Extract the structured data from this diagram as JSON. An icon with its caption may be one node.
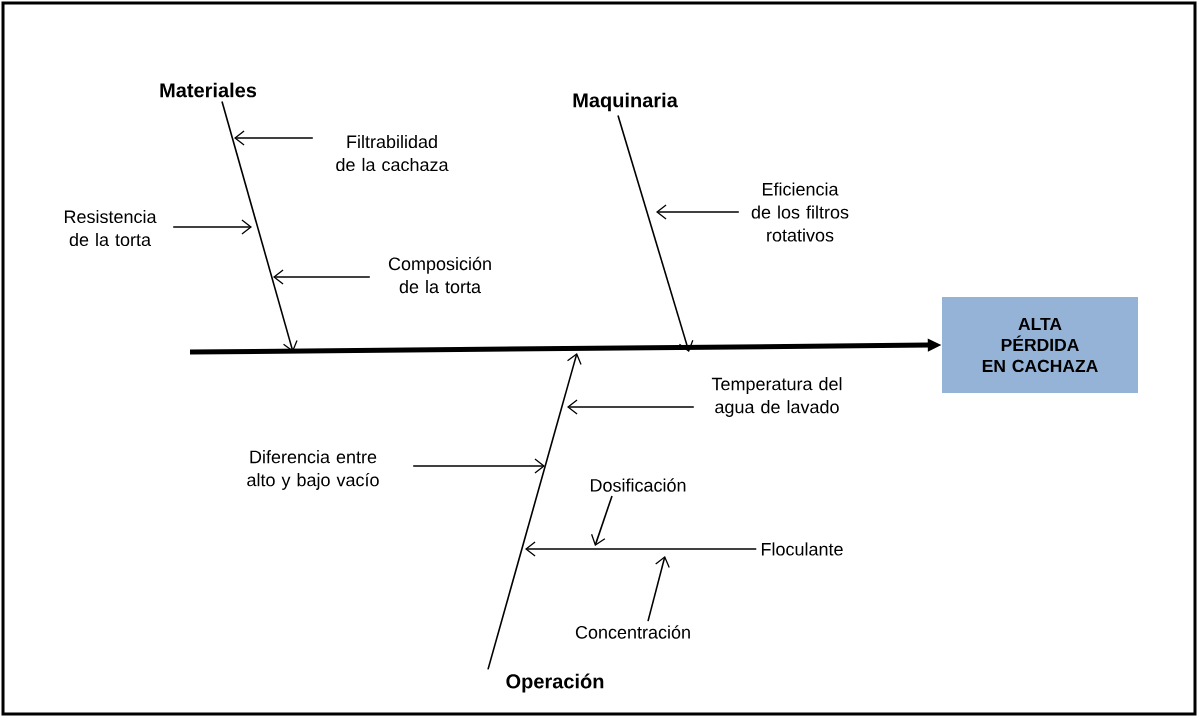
{
  "diagram": {
    "nodes": [
      {
        "text": [
          "Materiales"
        ]
      },
      {
        "text": [
          "Maquinaria"
        ]
      },
      {
        "text": [
          "Filtrabilidad de la cachaza"
        ]
      },
      {
        "text": [
          "Resistencia de la torta"
        ]
      },
      {
        "text": [
          "Eficiencia de los filtros rotativos"
        ]
      },
      {
        "text": [
          "Composición de la torta"
        ]
      },
      {
        "text": [
          "ALTA PÉRDIDA EN CACHAZA"
        ]
      },
      {
        "text": [
          "Temperatura del agua de lavado"
        ]
      },
      {
        "text": [
          "Diferencia entre alto y bajo vacío"
        ]
      },
      {
        "text": [
          "Dosificación"
        ]
      },
      {
        "text": [
          "Floculante"
        ]
      },
      {
        "text": [
          "Concentración"
        ]
      },
      {
        "text": [
          "Operación"
        ]
      }
    ],
    "edges": [
      {
        "from": null,
        "to": 6,
        "arrow": "to",
        "style": "thick"
      },
      {
        "from": 0,
        "to": null,
        "arrow": "to"
      },
      {
        "from": 1,
        "to": null,
        "arrow": "to"
      },
      {
        "from": 12,
        "to": null,
        "arrow": "to"
      },
      {
        "from": 2,
        "to": null,
        "arrow": "to"
      },
      {
        "from": 3,
        "to": null,
        "arrow": "to"
      },
      {
        "from": 5,
        "to": null,
        "arrow": "to"
      },
      {
        "from": 4,
        "to": null,
        "arrow": "to"
      },
      {
        "from": 7,
        "to": null,
        "arrow": "to"
      },
      {
        "from": 8,
        "to": null,
        "arrow": "to"
      },
      {
        "from": 10,
        "to": null,
        "arrow": "to"
      },
      {
        "from": 9,
        "to": null,
        "arrow": "to"
      },
      {
        "from": 11,
        "to": null,
        "arrow": "to"
      }
    ]
  }
}
